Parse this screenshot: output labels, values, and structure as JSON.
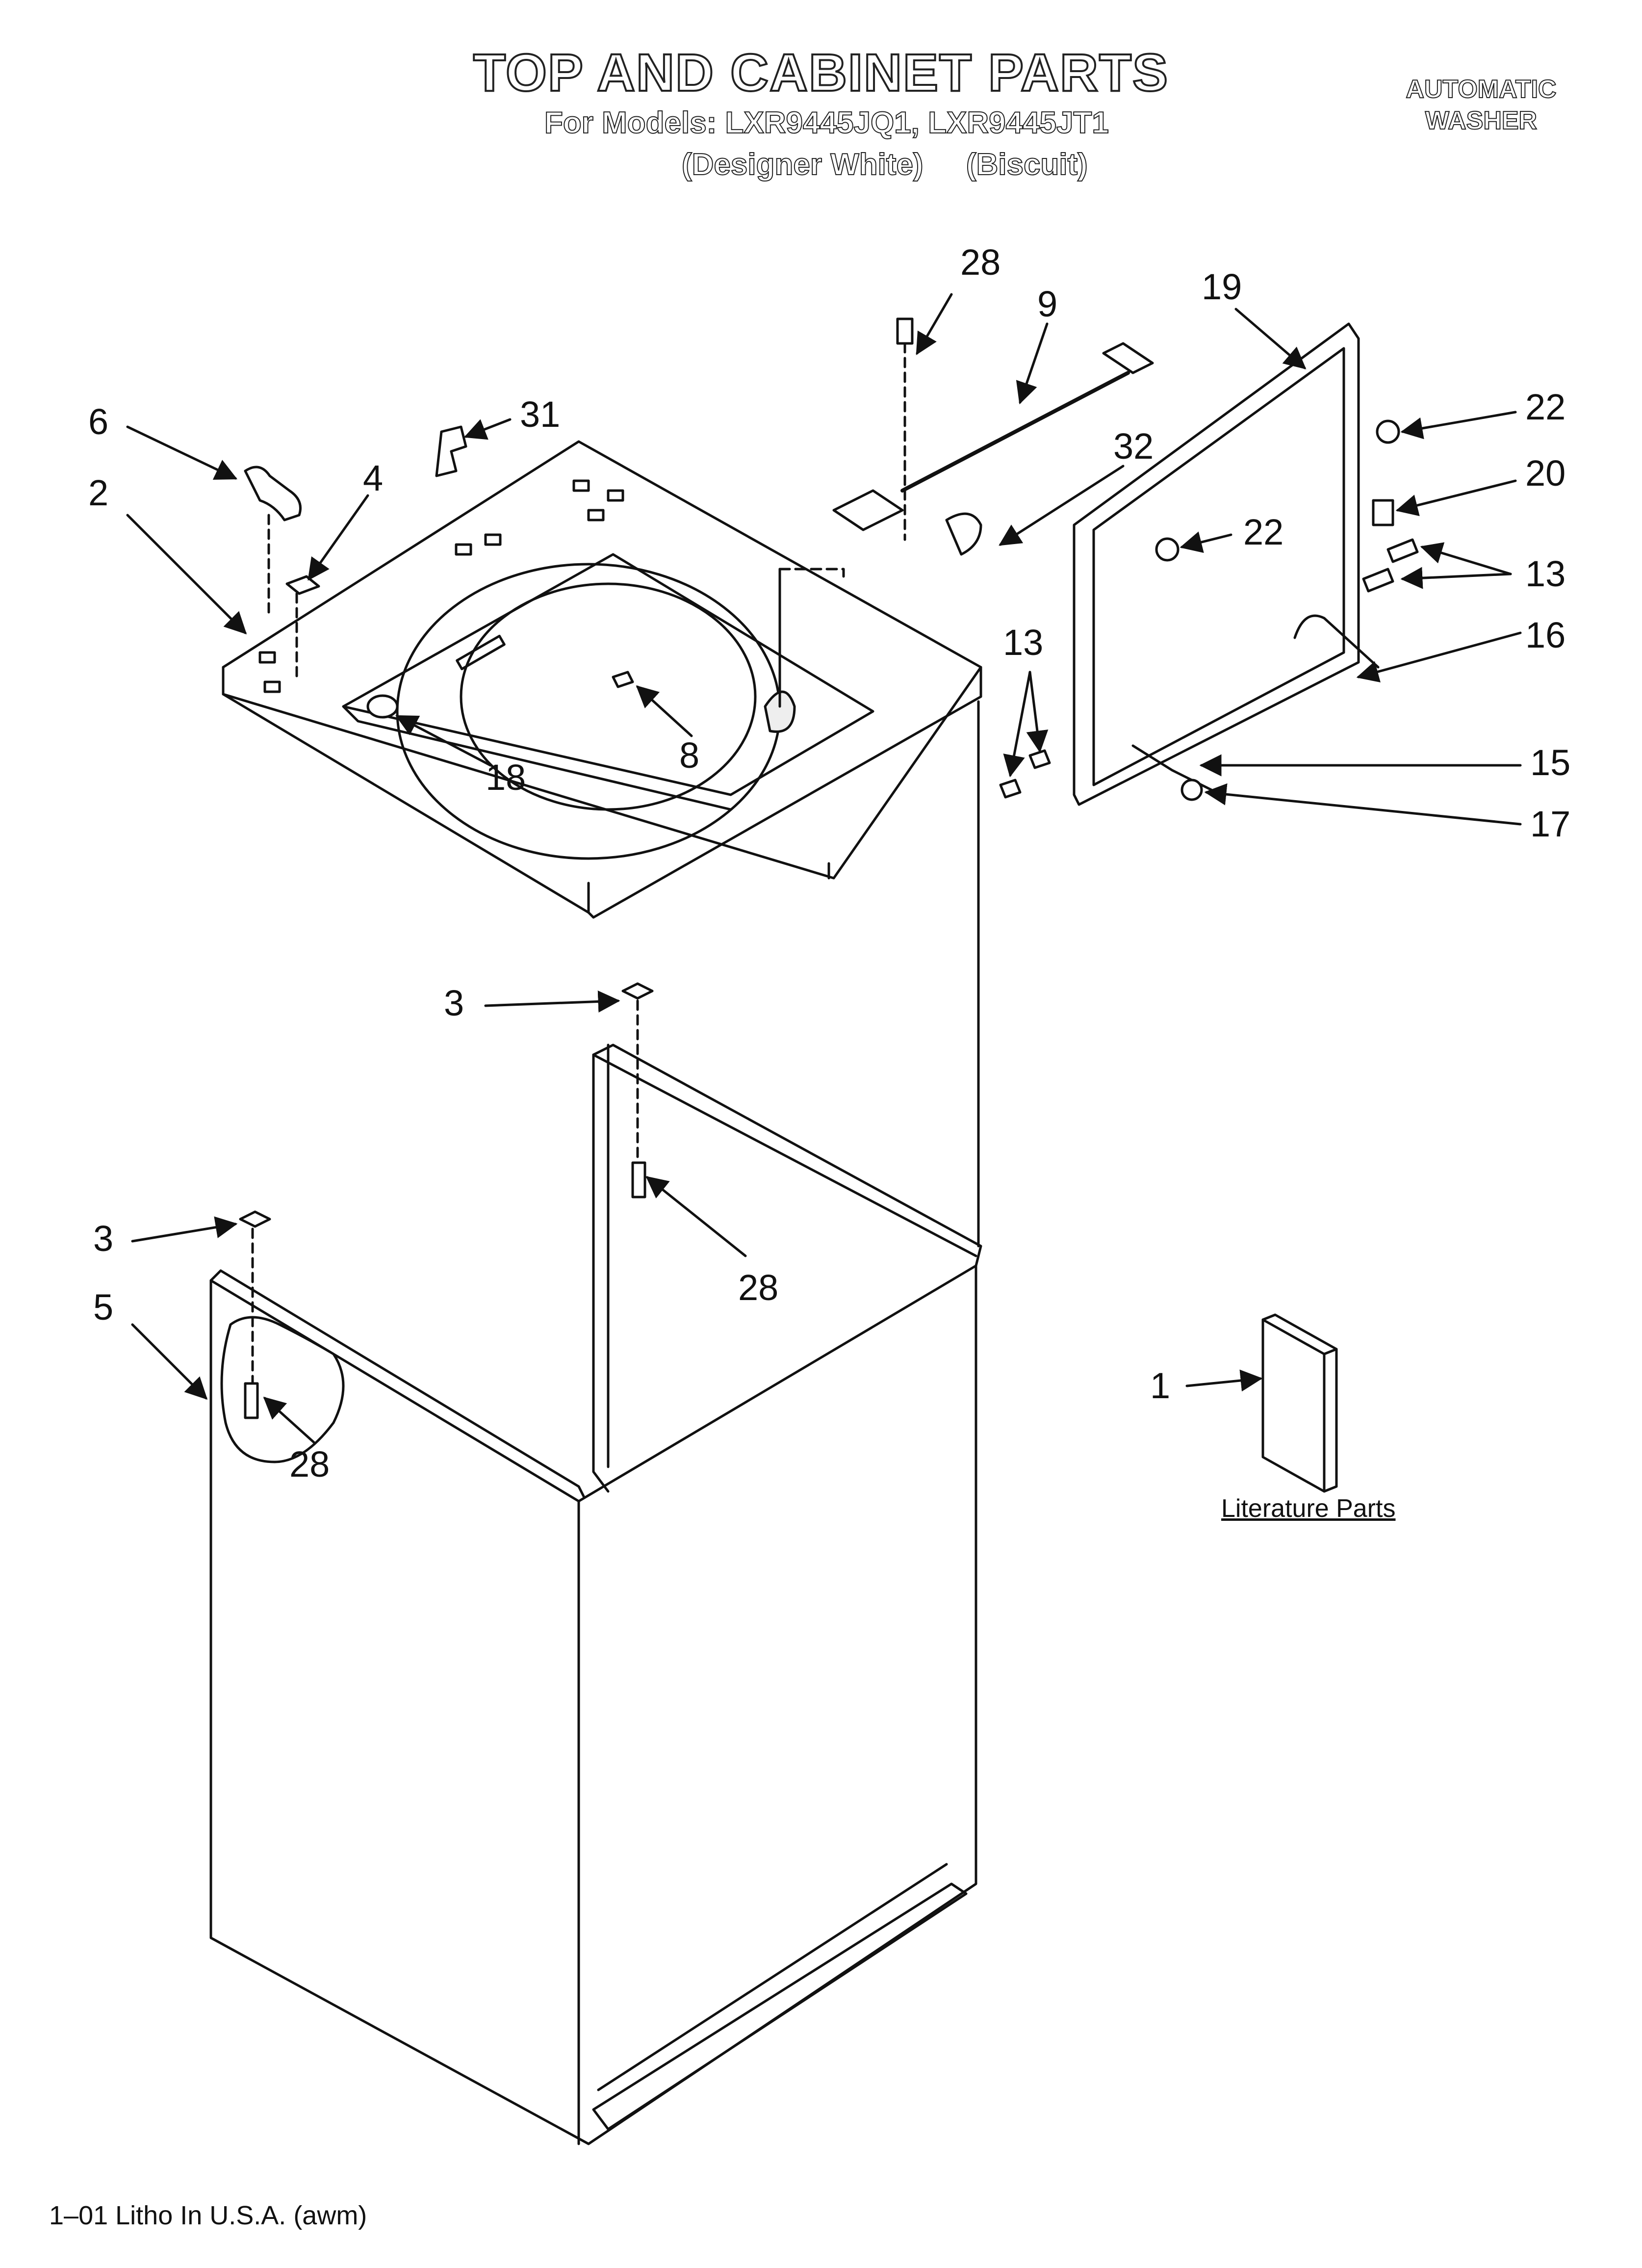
{
  "header": {
    "title": "TOP AND CABINET PARTS",
    "models": "For Models: LXR9445JQ1, LXR9445JT1",
    "variant_1": "(Designer White)",
    "variant_2": "(Biscuit)",
    "appliance_line1": "AUTOMATIC",
    "appliance_line2": "WASHER"
  },
  "callouts": {
    "c28a": "28",
    "c9": "9",
    "c19": "19",
    "c6": "6",
    "c31": "31",
    "c2": "2",
    "c4": "4",
    "c32": "32",
    "c22a": "22",
    "c20": "20",
    "c22b": "22",
    "c13a": "13",
    "c16": "16",
    "c8": "8",
    "c18": "18",
    "c13b": "13",
    "c15": "15",
    "c17": "17",
    "c3a": "3",
    "c3b": "3",
    "c28b": "28",
    "c5": "5",
    "c28c": "28",
    "c1": "1"
  },
  "literature_label": "Literature Parts",
  "footer": "1–01 Litho In U.S.A. (awm)"
}
